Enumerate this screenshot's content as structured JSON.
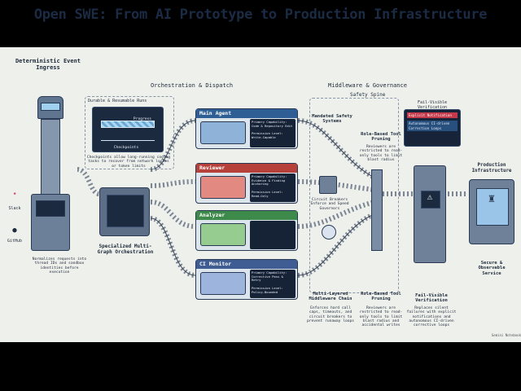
{
  "title": "Open SWE: From AI Prototype to Production Infrastructure",
  "sections": {
    "ingress": "Deterministic Event Ingress",
    "orchestration": "Orchestration & Dispatch",
    "middleware": "Middleware & Governance",
    "spine": "Safety Spine",
    "runs": "Durable & Resumable Runs",
    "failvisible": "Fail-Visible Verification",
    "production": "Production Infrastructure"
  },
  "ingress": {
    "slack": "Slack",
    "github": "GitHub",
    "description": "Normalizes requests into thread IDs and sandbox identities before execution"
  },
  "runs": {
    "progress": "Progress",
    "checkpoints": "Checkpoints",
    "description": "Checkpoints allow long-running coding tasks to recover from network losses or token limits"
  },
  "orchestrator": {
    "label": "Specialized Multi-Graph Orchestration"
  },
  "agents": [
    {
      "name": "Main Agent",
      "capability": "Primary Capability: Code & Repository Edit",
      "permission": "Permission Level: Write-Capable",
      "color": "#2f5e95"
    },
    {
      "name": "Reviewer",
      "capability": "Primary Capability: Evidence & Finding Anchoring",
      "permission": "Permission Level: Read-Only",
      "color": "#b6403a"
    },
    {
      "name": "Analyzer",
      "capability": "",
      "permission": "",
      "color": "#3e8a4a"
    },
    {
      "name": "CI Monitor",
      "capability": "Primary Capability: Corrective Pass & Retry",
      "permission": "Permission Level: Policy-Bounded",
      "color": "#3f5d93"
    }
  ],
  "middleware": {
    "mandated": "Mandated Safety Systems",
    "role_top_title": "Role-Based Tool Pruning",
    "role_top_desc": "Reviewers are restricted to read-only tools to limit blast radius",
    "breakers": "Circuit Breakers Enforce and Speed Governors",
    "chain_title": "Multi-Layered Middleware Chain",
    "chain_desc": "Enforces hard call caps, timeouts, and circuit breakers to prevent runaway loops",
    "role_bot_title": "Role-Based Tool Pruning",
    "role_bot_desc": "Reviewers are restricted to read-only tools to limit blast radius and accidental writes"
  },
  "verification": {
    "line1": "Explicit Notification",
    "line2": "Autonomous CI-driven Correction Loops",
    "title": "Fail-Visible Verification",
    "desc": "Replaces silent failures with explicit notifications and autonomous CI-driven corrective loops"
  },
  "production": {
    "label": "Secure & Observable Service"
  },
  "watermark": "Gemini Notebook"
}
